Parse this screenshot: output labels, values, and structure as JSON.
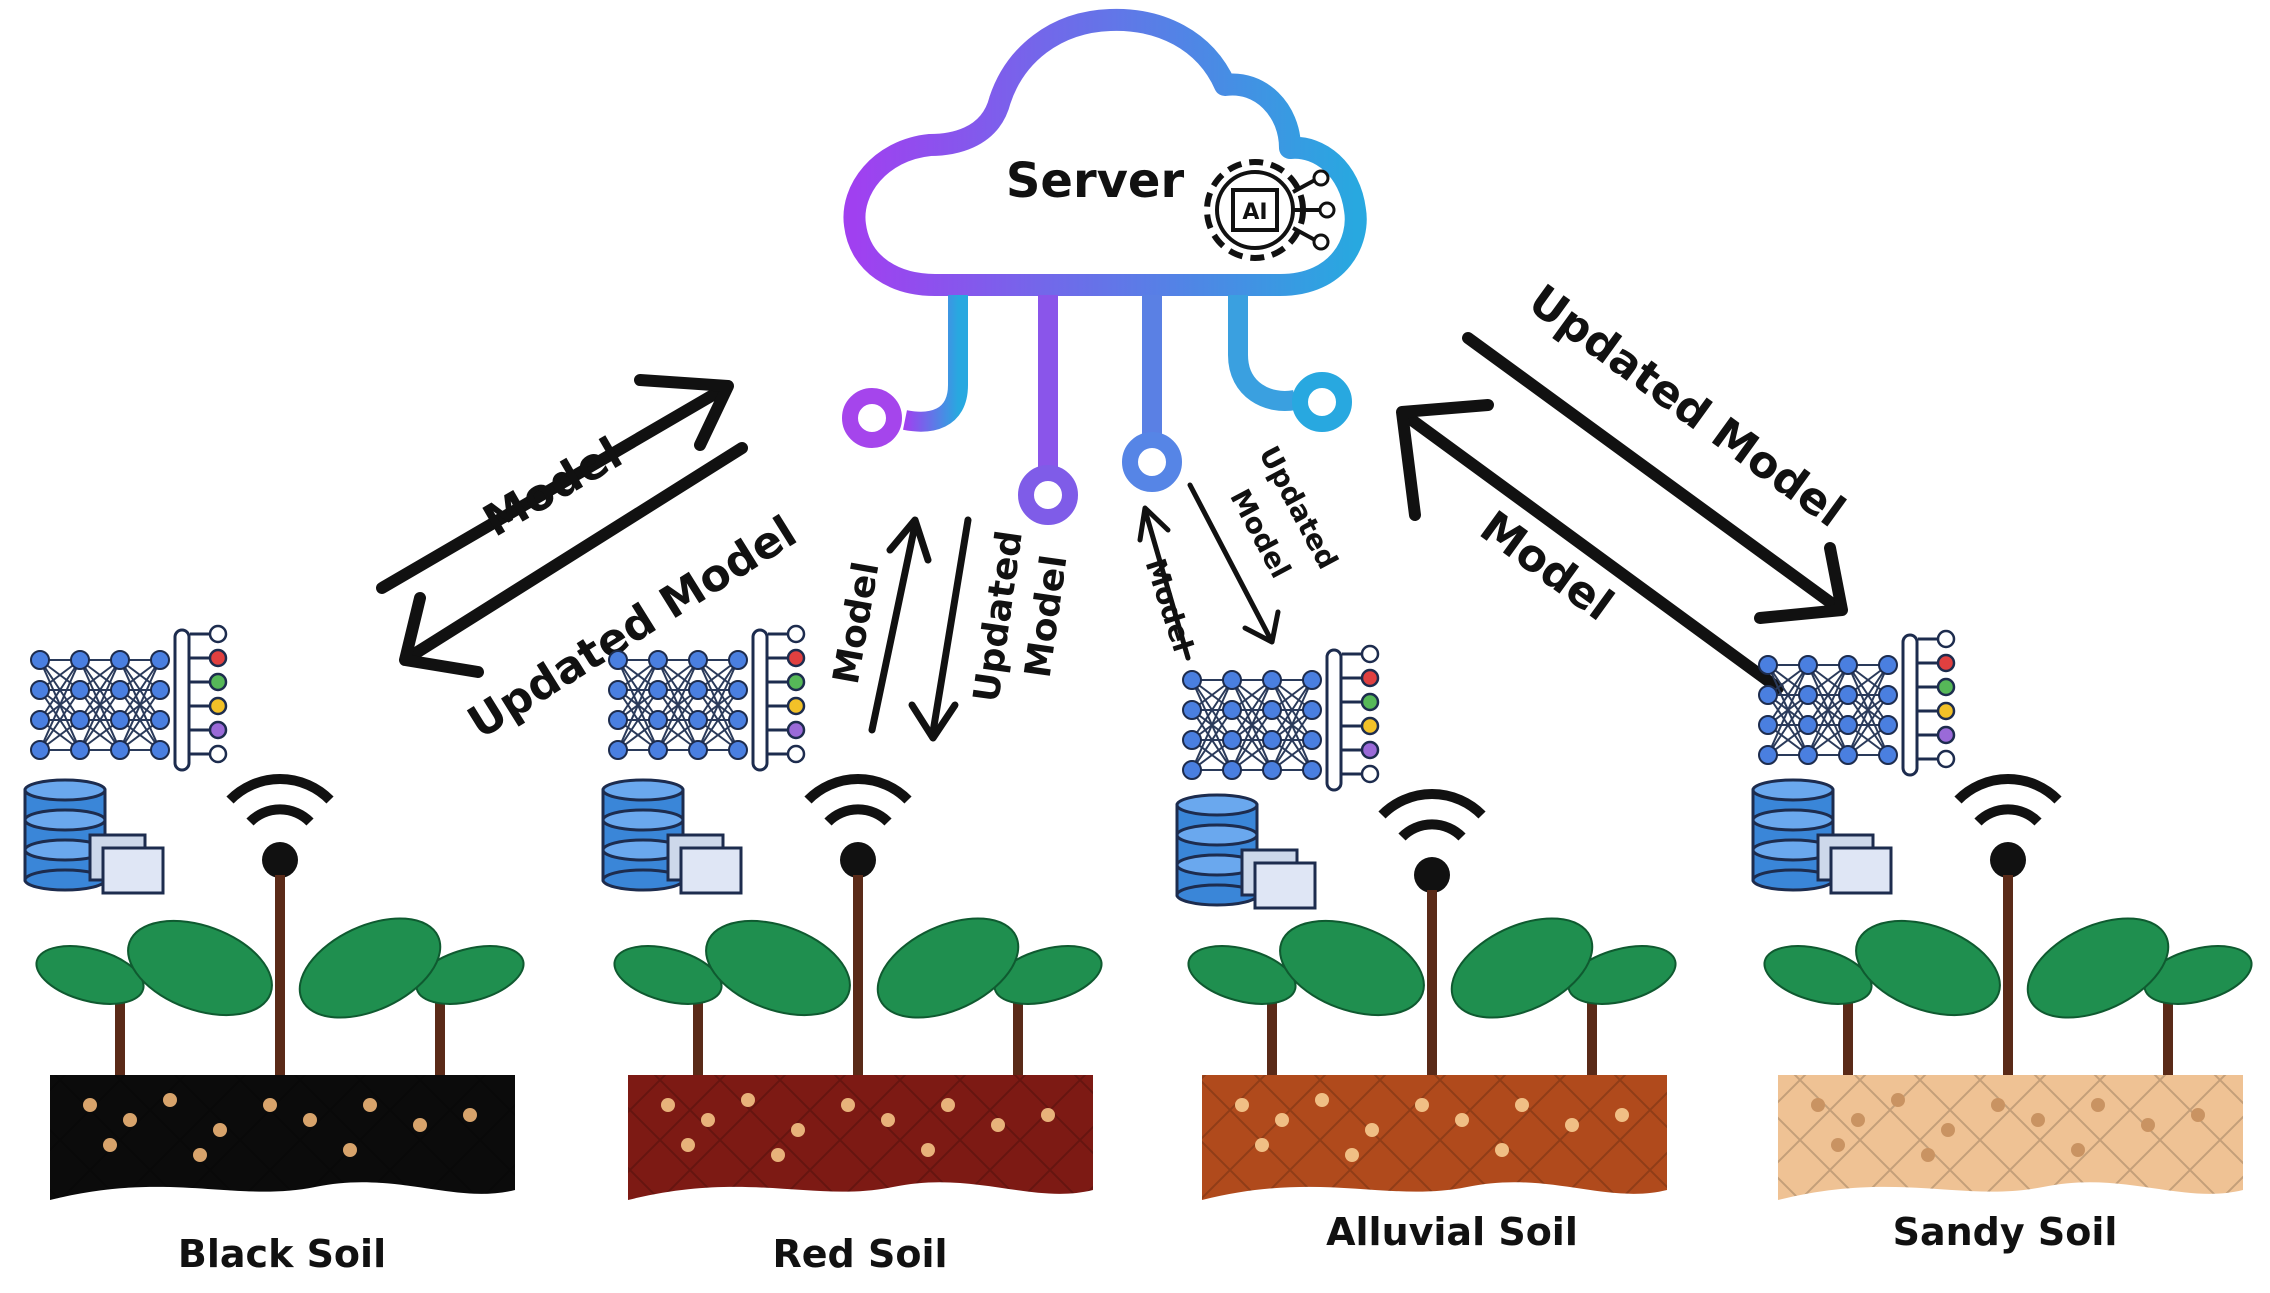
{
  "server": {
    "label": "Server",
    "ai_badge": "AI"
  },
  "arrows": {
    "black_down_label": "Model",
    "black_up_label": "Updated Model",
    "red_up_label": "Model",
    "red_down_label_line1": "Updated",
    "red_down_label_line2": "Model",
    "alluvial_up_label": "Model",
    "alluvial_down_label_line1": "Updated",
    "alluvial_down_label_line2": "Model",
    "sandy_down_label": "Updated Model",
    "sandy_up_label": "Model"
  },
  "nodes": [
    {
      "id": "black",
      "label": "Black Soil",
      "soil_color": "#0b0b0b",
      "dot_color": "#d7a36b"
    },
    {
      "id": "red",
      "label": "Red Soil",
      "soil_color": "#7d1a14",
      "dot_color": "#e8b27a"
    },
    {
      "id": "alluvial",
      "label": "Alluvial Soil",
      "soil_color": "#b04a1c",
      "dot_color": "#f0bf85"
    },
    {
      "id": "sandy",
      "label": "Sandy Soil",
      "soil_color": "#efc294",
      "dot_color": "#c99362"
    }
  ],
  "colors": {
    "cloud_gradient_start": "#a040f0",
    "cloud_gradient_end": "#28a8e0",
    "leaf": "#1f8f4f",
    "stem": "#5a2a18",
    "database": "#3a86d8",
    "network_node": "#4a7fe0"
  }
}
